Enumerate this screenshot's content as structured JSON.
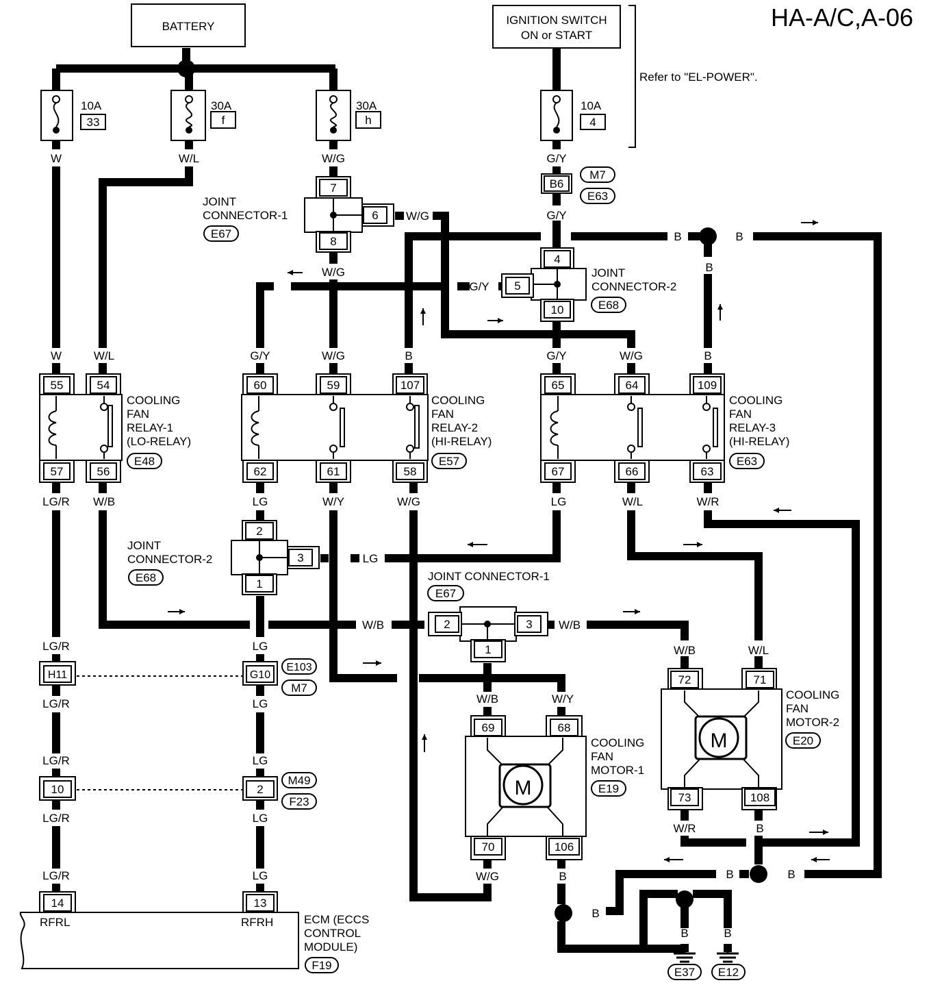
{
  "title": "HA-A/C,A-06",
  "note": "Refer to \"EL-POWER\".",
  "battery_label": "BATTERY",
  "ignition_label": [
    "IGNITION SWITCH",
    "ON or START"
  ],
  "fuses": [
    {
      "rating": "10A",
      "number": "33"
    },
    {
      "rating": "30A",
      "number": "f"
    },
    {
      "rating": "30A",
      "number": "h"
    },
    {
      "rating": "10A",
      "number": "4"
    }
  ],
  "joint_connectors": {
    "jc1_top": {
      "lines": [
        "JOINT",
        "CONNECTOR-1"
      ],
      "code": "E67",
      "pins": [
        "7",
        "6",
        "8"
      ]
    },
    "jc2_top": {
      "lines": [
        "JOINT",
        "CONNECTOR-2"
      ],
      "code": "E68",
      "pins": [
        "4",
        "5",
        "10"
      ]
    },
    "jc2_mid": {
      "lines": [
        "JOINT",
        "CONNECTOR-2"
      ],
      "code": "E68",
      "pins": [
        "2",
        "3",
        "1"
      ]
    },
    "jc1_mid": {
      "lines": [
        "JOINT CONNECTOR-1"
      ],
      "code": "E67",
      "pins": [
        "2",
        "3",
        "1"
      ]
    }
  },
  "relays": [
    {
      "lines": [
        "COOLING",
        "FAN",
        "RELAY-1",
        "(LO-RELAY)"
      ],
      "code": "E48",
      "pins_top": [
        "55",
        "54"
      ],
      "pins_bottom": [
        "57",
        "56"
      ]
    },
    {
      "lines": [
        "COOLING",
        "FAN",
        "RELAY-2",
        "(HI-RELAY)"
      ],
      "code": "E57",
      "pins_top": [
        "60",
        "59",
        "107"
      ],
      "pins_bottom": [
        "62",
        "61",
        "58"
      ]
    },
    {
      "lines": [
        "COOLING",
        "FAN",
        "RELAY-3",
        "(HI-RELAY)"
      ],
      "code": "E63",
      "pins_top": [
        "65",
        "64",
        "109"
      ],
      "pins_bottom": [
        "67",
        "66",
        "63"
      ]
    }
  ],
  "motors": [
    {
      "lines": [
        "COOLING",
        "FAN",
        "MOTOR-1"
      ],
      "code": "E19",
      "symbol": "M",
      "pins_top": [
        "69",
        "68"
      ],
      "pins_bottom": [
        "70",
        "106"
      ]
    },
    {
      "lines": [
        "COOLING",
        "FAN",
        "MOTOR-2"
      ],
      "code": "E20",
      "symbol": "M",
      "pins_top": [
        "72",
        "71"
      ],
      "pins_bottom": [
        "73",
        "108"
      ]
    }
  ],
  "connectors": {
    "b6": {
      "pin": "B6",
      "codes": [
        "M7",
        "E63"
      ]
    },
    "h11": {
      "pin": "H11"
    },
    "g10": {
      "pin": "G10",
      "codes": [
        "E103",
        "M7"
      ]
    },
    "c10": {
      "pin": "10"
    },
    "c2": {
      "pin": "2",
      "codes": [
        "M49",
        "F23"
      ]
    }
  },
  "ecm": {
    "lines": [
      "ECM (ECCS",
      "CONTROL",
      "MODULE)"
    ],
    "code": "F19",
    "pins": [
      "14",
      "13"
    ],
    "pin_labels": [
      "RFRL",
      "RFRH"
    ]
  },
  "grounds": [
    "E37",
    "E12"
  ],
  "wire_colors": {
    "W": "W",
    "WL": "W/L",
    "WG": "W/G",
    "GY": "G/Y",
    "B": "B",
    "LGR": "LG/R",
    "WB": "W/B",
    "LG": "LG",
    "WY": "W/Y",
    "WR": "W/R"
  }
}
